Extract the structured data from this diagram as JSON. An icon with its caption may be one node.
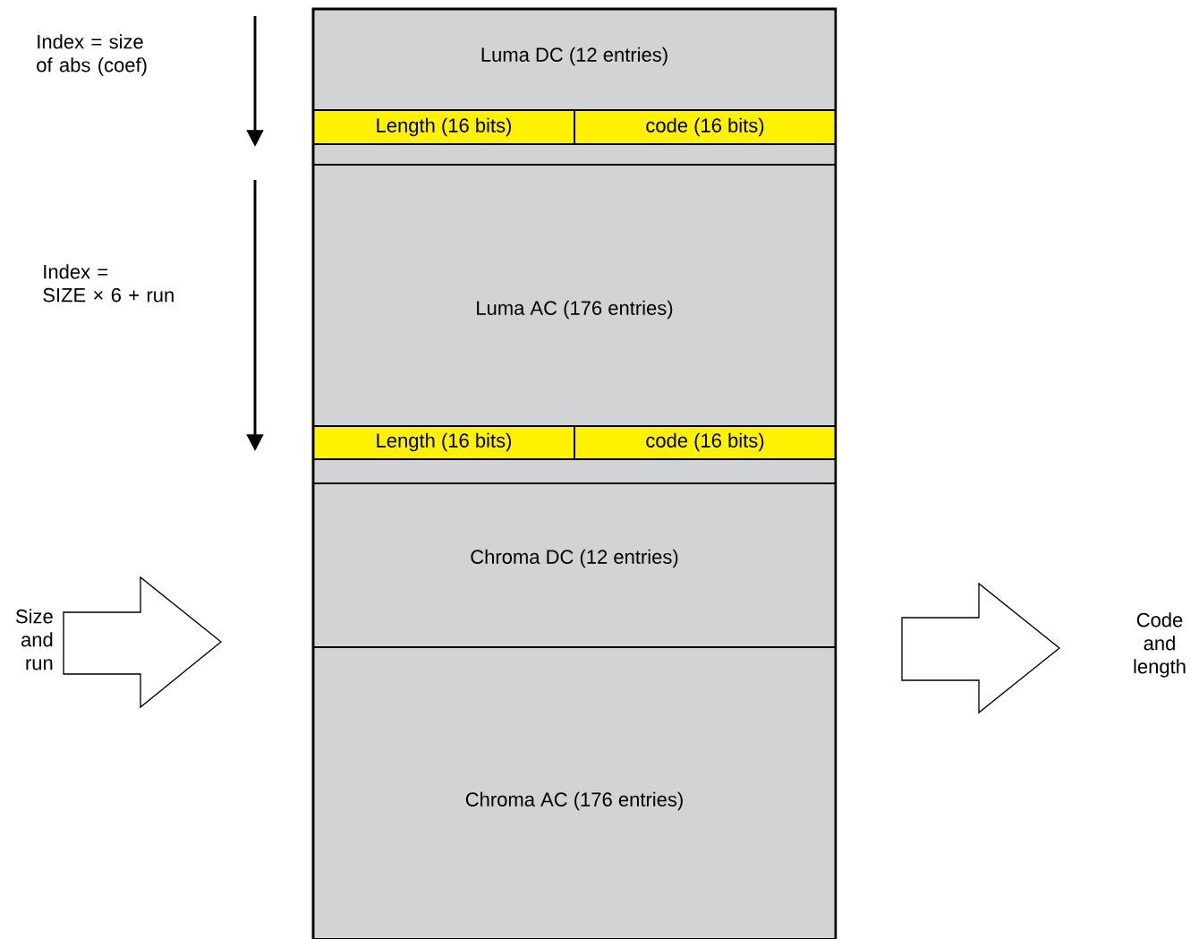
{
  "diagram": {
    "nodes": [
      {
        "text": [
          "Luma DC (12 entries)"
        ]
      },
      {
        "text": [
          "Length (16 bits)"
        ],
        "in": 0
      },
      {
        "text": [
          "code (16 bits)"
        ],
        "in": 0
      },
      {
        "text": [
          "Luma AC (176 entries)"
        ]
      },
      {
        "text": [
          "Length (16 bits)"
        ],
        "in": 3
      },
      {
        "text": [
          "code (16 bits)"
        ],
        "in": 3
      },
      {
        "text": [
          "Chroma DC (12 entries)"
        ]
      },
      {
        "text": [
          "Chroma AC (176 entries)"
        ]
      }
    ],
    "edges": [],
    "labels": [
      "Index = size of abs (coef)",
      "Index = SIZE × 6 + run",
      "Size and run",
      "Code and length"
    ]
  }
}
